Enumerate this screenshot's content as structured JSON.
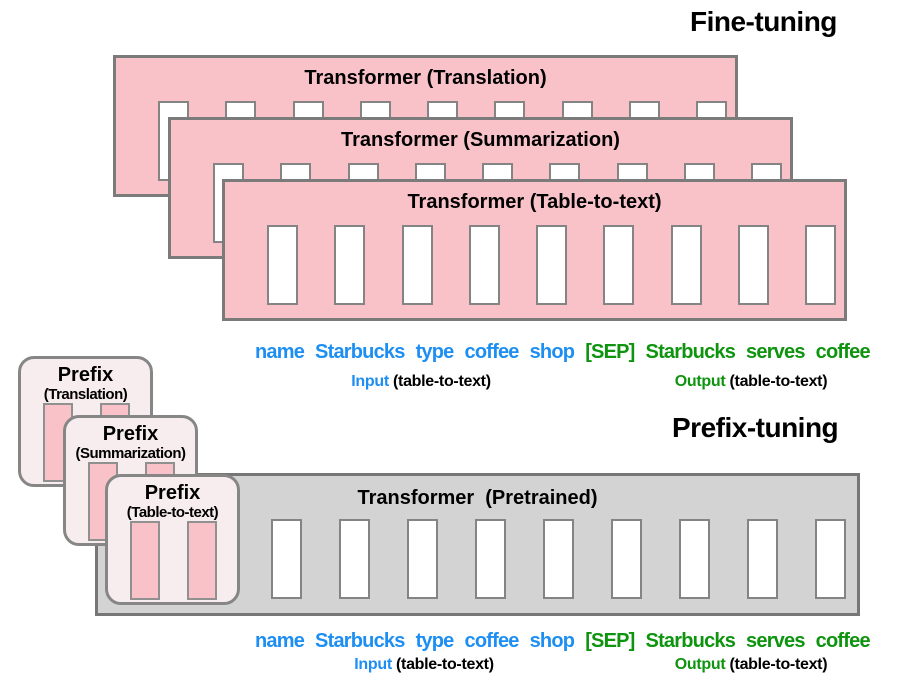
{
  "colors": {
    "pink_fill": "#F9C2C9",
    "gray_fill": "#D3D3D3",
    "prefix_fill": "#F7EDEF",
    "border_gray": "#7B7B7B",
    "token_blue": "#1E8FF2",
    "token_green": "#0F940F"
  },
  "fine_tuning": {
    "section_title": "Fine-tuning",
    "boxes": [
      {
        "title": "Transformer (Translation)"
      },
      {
        "title": "Transformer (Summarization)"
      },
      {
        "title": "Transformer (Table-to-text)"
      }
    ]
  },
  "prefix_tuning": {
    "section_title": "Prefix-tuning",
    "transformer_title": "Transformer  (Pretrained)",
    "prefixes": [
      {
        "title": "Prefix",
        "subtitle": "(Translation)"
      },
      {
        "title": "Prefix",
        "subtitle": "(Summarization)"
      },
      {
        "title": "Prefix",
        "subtitle": "(Table-to-text)"
      }
    ]
  },
  "tokens": {
    "input": [
      "name",
      "Starbucks",
      "type",
      "coffee",
      "shop"
    ],
    "output": [
      "[SEP]",
      "Starbucks",
      "serves",
      "coffee"
    ]
  },
  "captions": {
    "input_label": "Input",
    "input_note": "(table-to-text)",
    "output_label": "Output",
    "output_note": "(table-to-text)"
  }
}
